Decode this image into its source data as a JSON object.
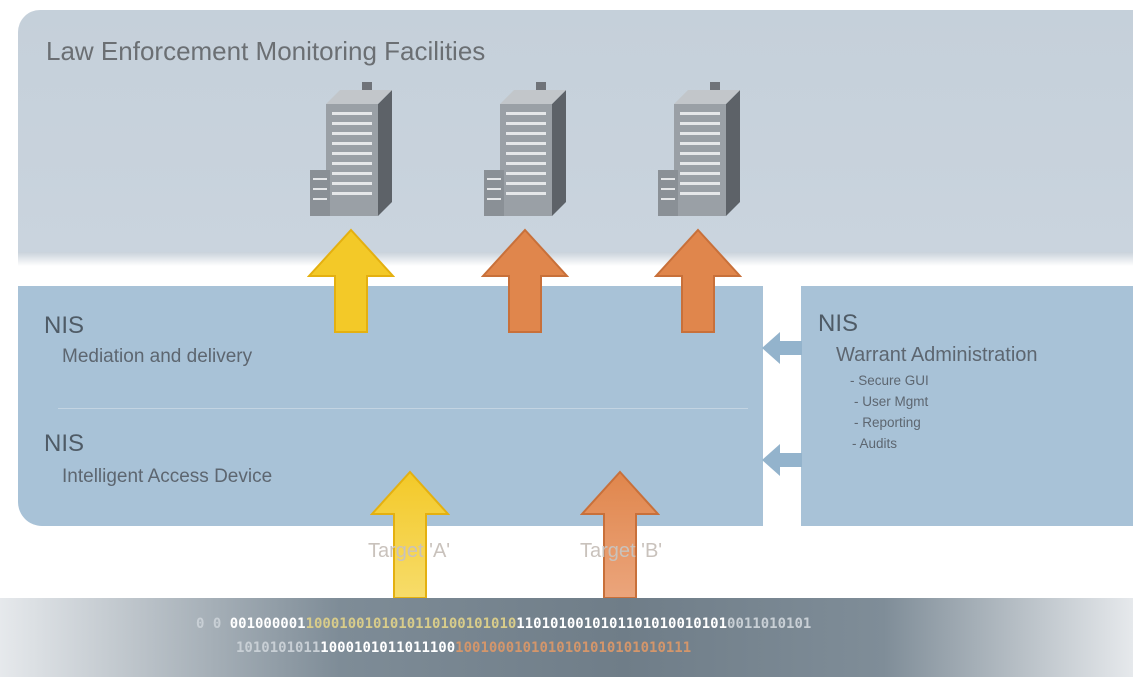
{
  "lemf": {
    "title": "Law Enforcement Monitoring Facilities"
  },
  "mediation": {
    "nis": "NIS",
    "label": "Mediation and delivery"
  },
  "access": {
    "nis": "NIS",
    "label": "Intelligent Access Device"
  },
  "warrant": {
    "nis": "NIS",
    "label": "Warrant Administration",
    "items": [
      "- Secure GUI",
      "- User Mgmt",
      "- Reporting",
      "- Audits"
    ]
  },
  "targets": {
    "a": "Target 'A'",
    "b": "Target 'B'"
  },
  "bits": {
    "row1": [
      {
        "t": "0 0 ",
        "c": "bf"
      },
      {
        "t": "001000001",
        "c": "bw"
      },
      {
        "t": "1000100101010110100101010",
        "c": "by"
      },
      {
        "t": "1101010010101101010010101",
        "c": "bw"
      },
      {
        "t": "0011010101",
        "c": "bf"
      }
    ],
    "row2": [
      {
        "t": "1010101011",
        "c": "bf"
      },
      {
        "t": "1000101011011100",
        "c": "bw"
      },
      {
        "t": "1001000101010101010101010111",
        "c": "bo"
      }
    ]
  },
  "colors": {
    "yellow_arrow": "#f3c928",
    "orange_arrow": "#e0864c",
    "side_arrow": "#93b3cc"
  }
}
